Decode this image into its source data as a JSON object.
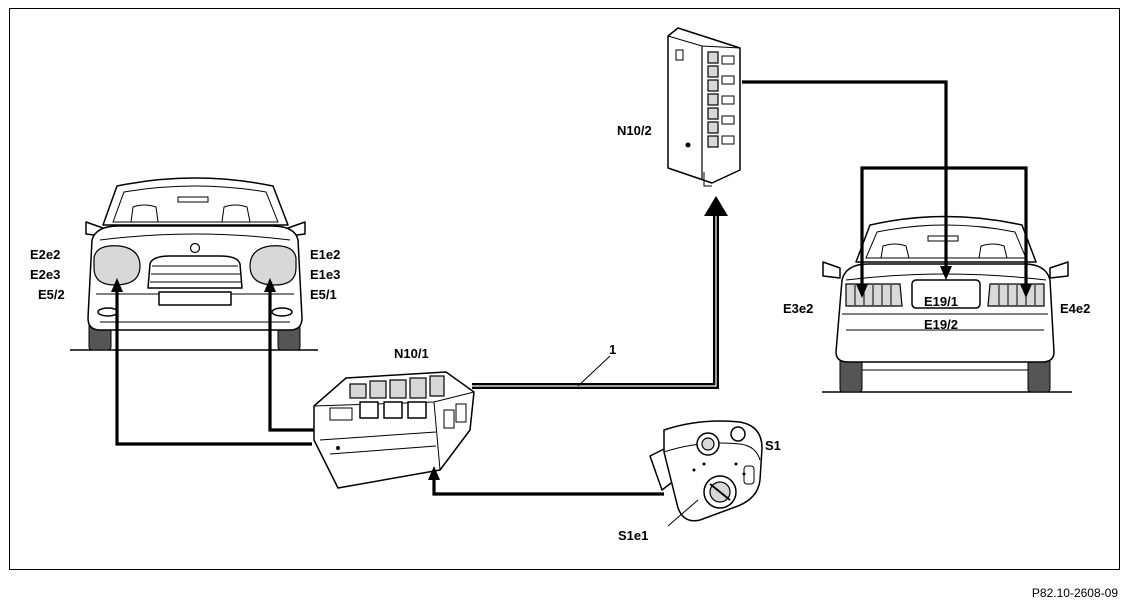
{
  "labels": {
    "front_left_1": "E2e2",
    "front_left_2": "E2e3",
    "front_left_3": "E5/2",
    "front_right_1": "E1e2",
    "front_right_2": "E1e3",
    "front_right_3": "E5/1",
    "rear_left": "E3e2",
    "rear_right": "E4e2",
    "rear_center_1": "E19/1",
    "rear_center_2": "E19/2",
    "module_front": "N10/1",
    "module_rear": "N10/2",
    "switch": "S1",
    "switch_element": "S1e1",
    "line_callout": "1"
  },
  "reference": "P82.10-2608-09"
}
